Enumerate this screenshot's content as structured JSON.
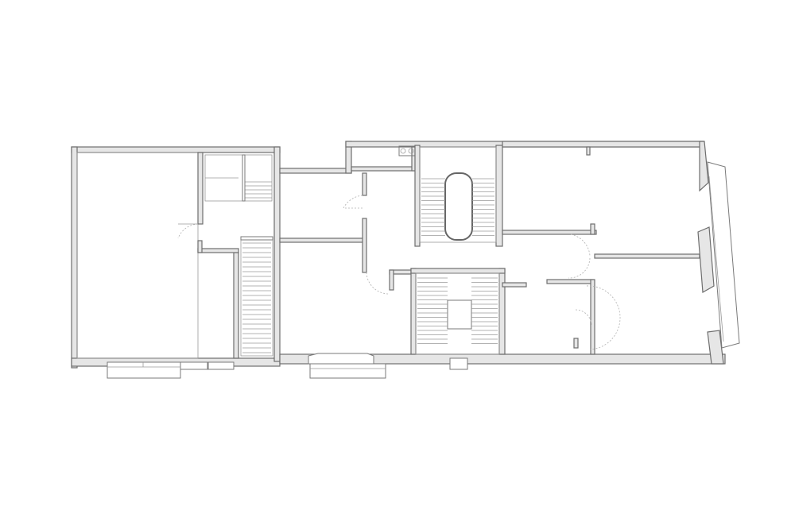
{
  "drawing": {
    "type": "floor-plan",
    "style": "line drawing, grey walls on white",
    "colors": {
      "background": "#ffffff",
      "wall_fill": "#e6e6e6",
      "wall_line": "#6e6e6e"
    },
    "rooms_count": 8,
    "staircases_count": 4,
    "text_labels": []
  }
}
